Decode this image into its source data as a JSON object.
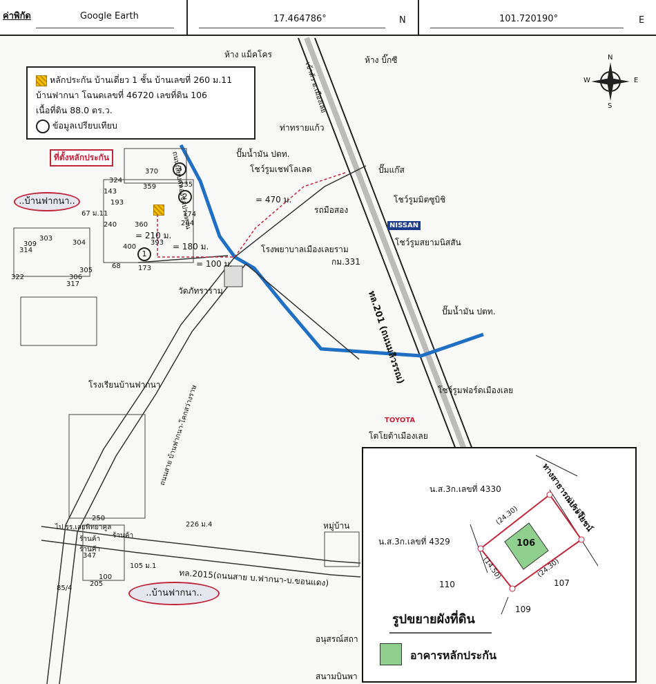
{
  "header": {
    "label": "ค่าพิกัด",
    "source": "Google Earth",
    "latitude": "17.464786°",
    "lat_dir": "N",
    "longitude": "101.720190°",
    "lon_dir": "E"
  },
  "legend": {
    "line1": "หลักประกัน บ้านเดี่ยว 1 ชั้น บ้านเลขที่ 260 ม.11",
    "line2": "บ้านฟากนา โฉนดเลขที่ 46720 เลขที่ดิน 106",
    "line3": "เนื้อที่ดิน 88.0 ตร.ว.",
    "line4": "ข้อมูลเปรียบเทียบ"
  },
  "compass": {
    "n": "N",
    "s": "S",
    "e": "E",
    "w": "W"
  },
  "collateral_location": "ที่ตั้งหลักประกัน",
  "places": {
    "makro": "ห้าง แม็คโคร",
    "bigc": "ห้าง บิ๊กซี",
    "to_city": "เข้าตัว อ.เมืองเลย",
    "tha_sai_kaew": "ท่าทรายแก้ว",
    "ptt1": "ปั๊มน้ำมัน ปตท.",
    "chevrolet": "โชว์รูมเชฟโลเลต",
    "gas": "ปั๊มแก๊ส",
    "mitsubishi": "โชว์รูมมิตซูบิชิ",
    "used_car": "รถมือสอง",
    "nissan_logo": "NISSAN",
    "nissan": "โชว์รูมสยามนิสสัน",
    "hospital": "โรงพยาบาลเมืองเลยราม",
    "km": "กม.331",
    "temple": "วัดภัทราราม",
    "highway": "ทล.201 (ถนนมลิวรรณ)",
    "ptt2": "ปั๊มน้ำมัน ปตท.",
    "ford": "โชว์รูมฟอร์ดเมืองเลย",
    "toyota_logo": "TOYOTA",
    "toyota": "โตโยต้าเมืองเลย",
    "school": "โรงเรียนบ้านฟากนา",
    "village_road": "ถนนสาย บ้านฟากนา-โคกสว่างราษ",
    "canal_road": "ถนนเลียบคลองชลประทาน",
    "to_school": "ไป รร.เลยพิทยาคูล",
    "shop1": "ร้านค้า",
    "shop2": "ร้านค้า",
    "shop3": "ร้านค้า",
    "road2015": "ทล.2015(ถนนสาย บ.ฟากนา-บ.ขอนแดง)",
    "village_bubble1": "..บ้านฟากนา..",
    "village_bubble2": "..บ้านฟากนา..",
    "moo_ban": "หมู่บ้าน",
    "monument": "อนุสรณ์สถา",
    "airport": "สนามบินพา"
  },
  "distances": {
    "d470": "= 470 ม.",
    "d210": "= 210 ม.",
    "d180": "= 180 ม.",
    "d100": "= 100 ม."
  },
  "markers": {
    "m1": "1",
    "m2": "2",
    "m3": "3"
  },
  "house_numbers": [
    "324",
    "370",
    "143",
    "359",
    "235",
    "193",
    "67 ม.11",
    "174",
    "240",
    "264",
    "360",
    "393",
    "400",
    "173",
    "68",
    "303",
    "309",
    "314",
    "304",
    "305",
    "306",
    "317",
    "322",
    "250",
    "226 ม.4",
    "347",
    "100",
    "205",
    "105 ม.1",
    "85/4"
  ],
  "inset": {
    "title": "รูปขยายผังที่ดิน",
    "legend": "อาคารหลักประกัน",
    "road": "ทางสาธารณประโยชน์",
    "deed_4330": "น.ส.3ก.เลขที่ 4330",
    "deed_4329": "น.ส.3ก.เลขที่ 4329",
    "parcel": "106",
    "p110": "110",
    "p107": "107",
    "p109": "109",
    "dim1": "(24.30)",
    "dim2": "(14.50)",
    "dim3": "(14.50)",
    "dim4": "(24.30)"
  },
  "colors": {
    "canal": "#1f6fc4",
    "road": "#222222",
    "highlight": "#c0253a",
    "building": "#8fd08f"
  }
}
